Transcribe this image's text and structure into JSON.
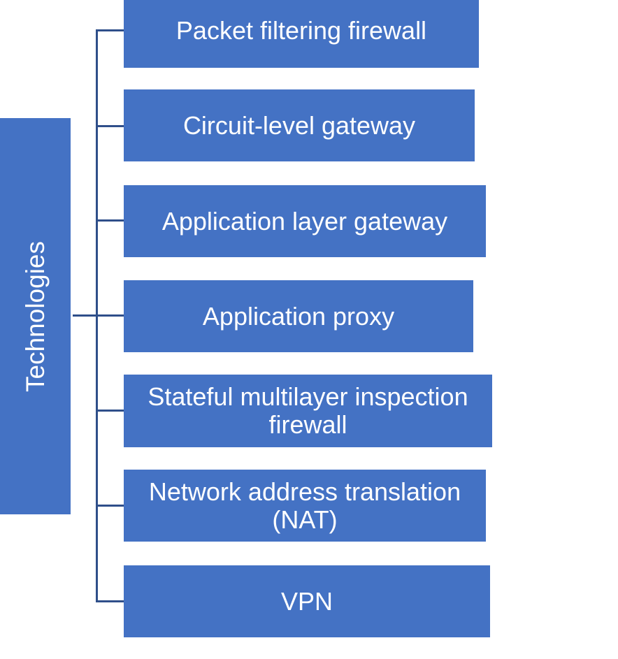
{
  "diagram": {
    "root": {
      "label": "Technologies"
    },
    "nodes": [
      {
        "label": "Packet filtering firewall"
      },
      {
        "label": "Circuit-level gateway"
      },
      {
        "label": "Application layer gateway"
      },
      {
        "label": "Application proxy"
      },
      {
        "label": "Stateful multilayer inspection firewall"
      },
      {
        "label": "Network address translation (NAT)"
      },
      {
        "label": "VPN"
      }
    ],
    "colors": {
      "node_fill": "#4472c4",
      "connector": "#2f4f8a",
      "text": "#ffffff",
      "background": "#ffffff"
    }
  }
}
